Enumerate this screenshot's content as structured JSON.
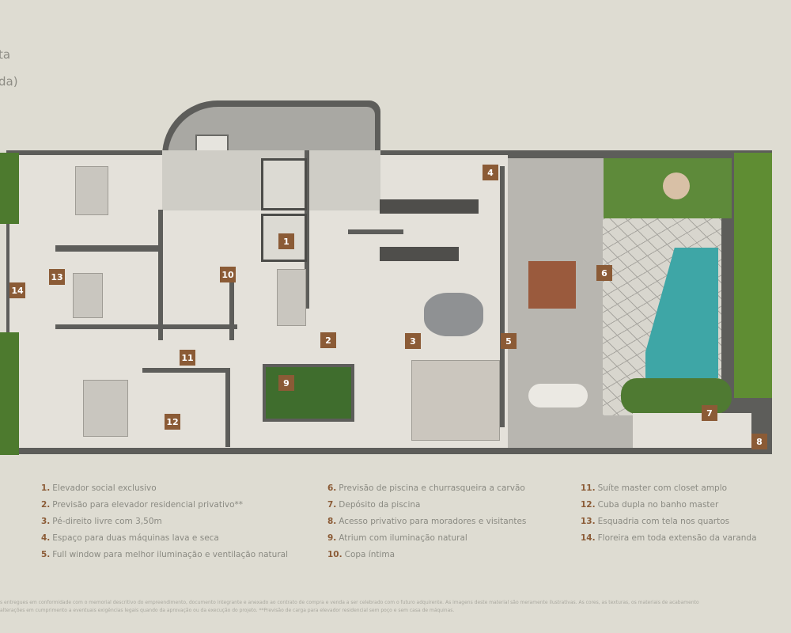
{
  "header": {
    "line1": "ta",
    "line2": "da)"
  },
  "plan": {
    "colors": {
      "badge": "#8b5b36",
      "wall": "#5d5d5a",
      "pool": "#3ea6a6",
      "garden": "#5e8a3a"
    },
    "markers": [
      "1",
      "2",
      "3",
      "4",
      "5",
      "6",
      "7",
      "8",
      "9",
      "10",
      "11",
      "12",
      "13",
      "14"
    ]
  },
  "legend": [
    {
      "num": "1.",
      "text": "Elevador social exclusivo"
    },
    {
      "num": "2.",
      "text": "Previsão para elevador residencial privativo**"
    },
    {
      "num": "3.",
      "text": "Pé-direito livre com 3,50m"
    },
    {
      "num": "4.",
      "text": "Espaço para duas máquinas lava e seca"
    },
    {
      "num": "5.",
      "text": "Full window para melhor iluminação e ventilação natural"
    },
    {
      "num": "6.",
      "text": "Previsão de piscina e churrasqueira a carvão"
    },
    {
      "num": "7.",
      "text": "Depósito da piscina"
    },
    {
      "num": "8.",
      "text": "Acesso privativo para moradores e visitantes"
    },
    {
      "num": "9.",
      "text": "Atrium com iluminação natural"
    },
    {
      "num": "10.",
      "text": "Copa íntima"
    },
    {
      "num": "11.",
      "text": "Suíte master com closet amplo"
    },
    {
      "num": "12.",
      "text": "Cuba dupla no banho master"
    },
    {
      "num": "13.",
      "text": "Esquadria com tela nos quartos"
    },
    {
      "num": "14.",
      "text": "Floreira em toda extensão da varanda"
    }
  ],
  "footer": {
    "line1": "s entregues em conformidade com o memorial descritivo do empreendimento, documento integrante e anexado ao contrato de compra e venda a ser celebrado com o futuro adquirente. As imagens deste material são meramente ilustrativas. As cores, as texturas, os materiais de acabamento",
    "line2": "alterações em cumprimento a eventuais exigências legais quando da aprovação ou da execução do projeto. **Previsão de carga para elevador residencial sem poço e sem casa de máquinas."
  }
}
